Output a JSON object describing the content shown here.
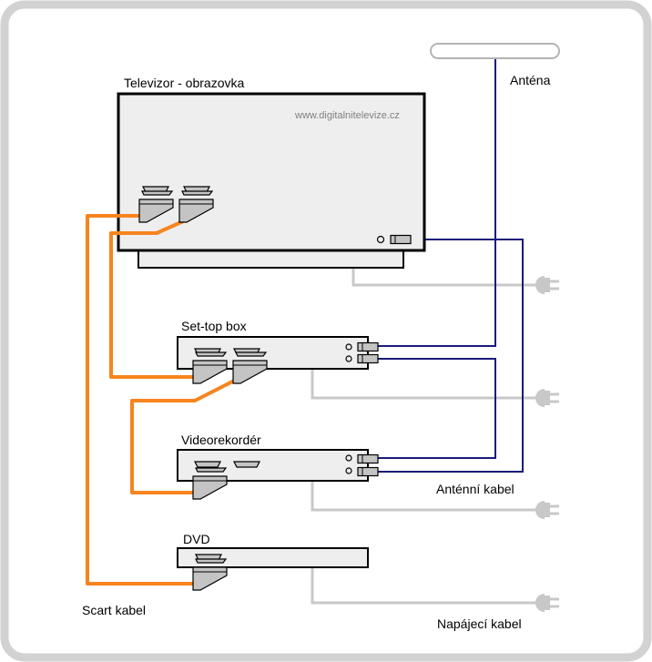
{
  "labels": {
    "tv": "Televizor - obrazovka",
    "watermark": "www.digitalnitelevize.cz",
    "antenna": "Anténa",
    "stb": "Set-top box",
    "vcr": "Videorekordér",
    "dvd": "DVD",
    "antenna_cable": "Anténní kabel",
    "scart_cable": "Scart kabel",
    "power_cable": "Napájecí kabel"
  },
  "colors": {
    "scart_cable": "#f7841e",
    "antenna_cable": "#1a1a7a",
    "power_cable": "#c8c8c8",
    "device_fill": "#eeeeee",
    "connector_fill": "#c4c4c4",
    "frame_border": "#d2d2d2"
  },
  "icons": [
    "scart-connector-icon",
    "antenna-socket-icon",
    "power-plug-icon"
  ]
}
